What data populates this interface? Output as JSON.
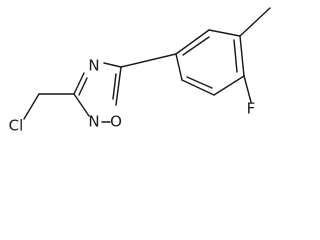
{
  "molecule": {
    "atoms": [
      {
        "id": "cl",
        "label": "Cl"
      },
      {
        "id": "n4",
        "label": "N"
      },
      {
        "id": "o1",
        "label": "O"
      },
      {
        "id": "n2",
        "label": "N"
      },
      {
        "id": "f",
        "label": "F"
      }
    ],
    "colors": {
      "bond": "#1a1a1a",
      "label": "#1a1a1a",
      "background": "#ffffff"
    }
  }
}
